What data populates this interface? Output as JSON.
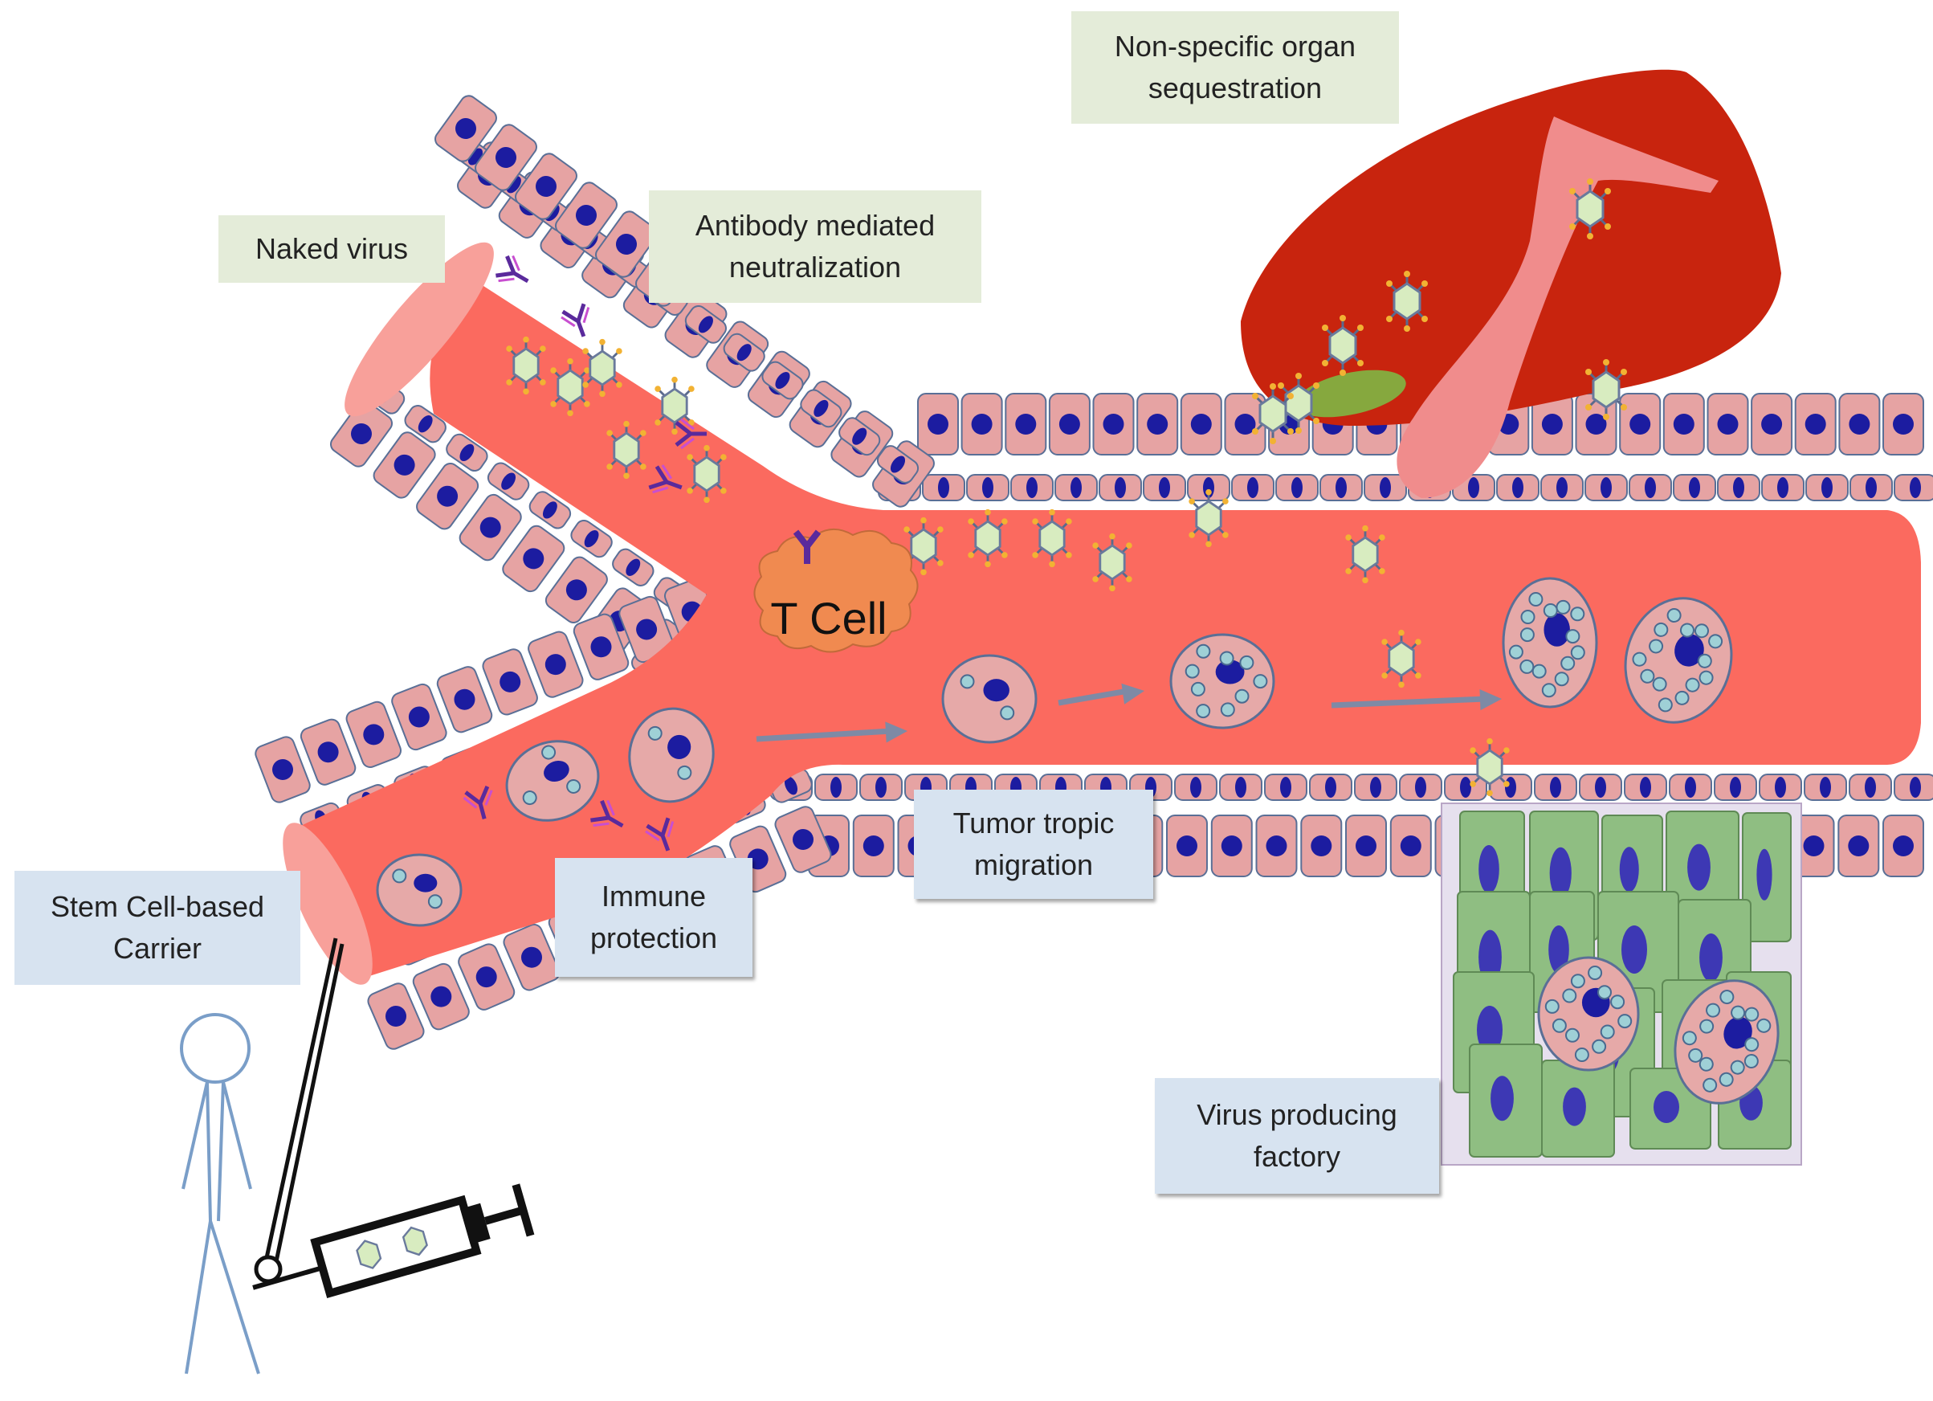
{
  "labels": {
    "naked_virus": "Naked virus",
    "antibody": "Antibody mediated\nneutralization",
    "organ": "Non-specific organ\nsequestration",
    "t_cell": "T Cell",
    "stem_cell_carrier": "Stem Cell-based\nCarrier",
    "immune_protection": "Immune\nprotection",
    "tumor_tropic": "Tumor tropic\nmigration",
    "virus_factory": "Virus producing\nfactory"
  },
  "colors": {
    "vessel": "#fb6a5f",
    "vessel_end": "#f8a09a",
    "cell_fill": "#e6a3a3",
    "nucleus": "#1c1ca0",
    "liver": "#c8240e",
    "liver_shade": "#f08c8c",
    "tumor_cell": "#8fbe82",
    "tumor_nucleus": "#3d38b4",
    "tumor_region": "#e6e0ee",
    "virus": "#d8ecc0",
    "antibody": "#5a2a9c",
    "tcell": "#f08a50",
    "arrow": "#7e8aa5",
    "label_green": "#e4ecd9",
    "label_blue": "#d7e3f0"
  }
}
